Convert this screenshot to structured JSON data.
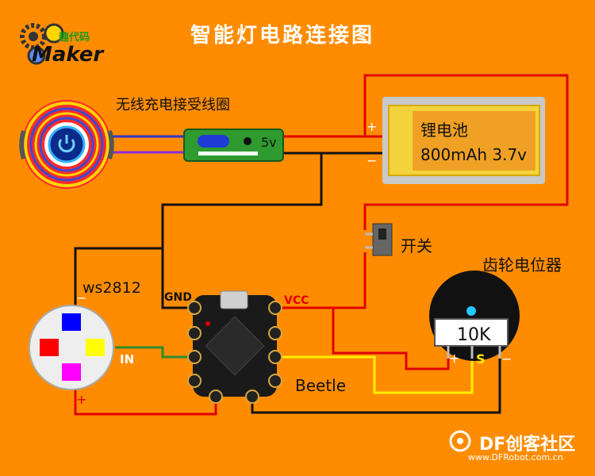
{
  "title": "智能灯电路连接图",
  "logo": {
    "name": "Maker",
    "cn": "趣代码"
  },
  "coil": {
    "label": "无线充电接受线圈"
  },
  "receiver": {
    "voltage": "5v"
  },
  "battery": {
    "name": "锂电池",
    "spec": "800mAh 3.7v",
    "plus": "+",
    "minus": "−"
  },
  "switch": {
    "label": "开关"
  },
  "potentiometer": {
    "label": "齿轮电位器",
    "value": "10K",
    "plus": "+",
    "signal": "S",
    "minus": "−"
  },
  "led": {
    "label": "ws2812",
    "minus": "−",
    "plus": "+",
    "in": "IN",
    "colors": [
      "#0000ff",
      "#ff0000",
      "#ffff00",
      "#ff00ff"
    ]
  },
  "board": {
    "name": "Beetle",
    "gnd": "GND",
    "vcc": "VCC"
  },
  "brand": {
    "name": "DF创客社区",
    "url": "www.DFRobot.com.cn"
  },
  "colors": {
    "background": "#ff8c00",
    "wire_red": "#e00000",
    "wire_black": "#111111",
    "wire_yellow": "#ffee00",
    "wire_green": "#2e8b2e",
    "wire_blue": "#3333cc"
  }
}
